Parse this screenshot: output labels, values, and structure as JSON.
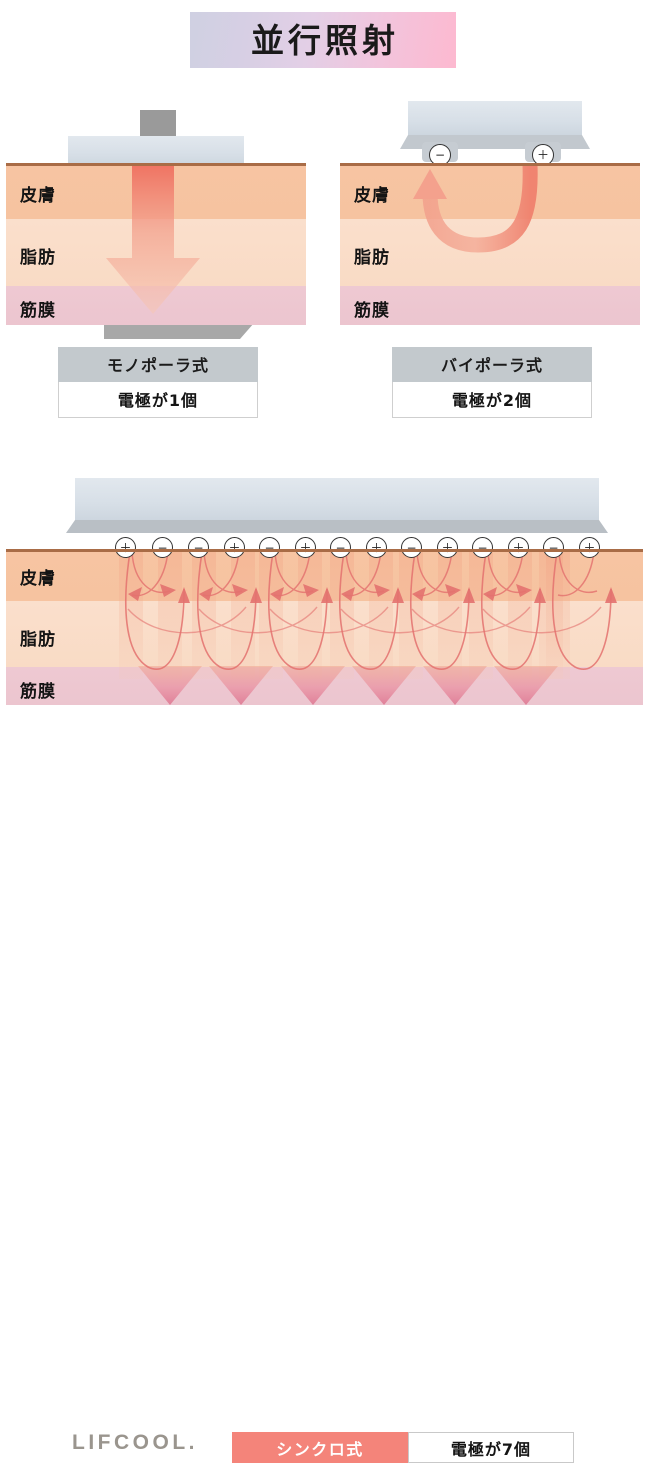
{
  "title": {
    "text": "並行照射"
  },
  "layers": {
    "skin": "皮膚",
    "fat": "脂肪",
    "fascia": "筋膜"
  },
  "panels": {
    "monopolar": {
      "caption_title": "モノポーラ式",
      "caption_body": "電極が1個",
      "electrode_count": 1,
      "electrodes": []
    },
    "bipolar": {
      "caption_title": "バイポーラ式",
      "caption_body": "電極が2個",
      "electrode_count": 2,
      "electrodes": [
        "−",
        "＋"
      ]
    },
    "synchro": {
      "caption_title": "シンクロ式",
      "caption_body": "電極が7個",
      "electrode_count": 7,
      "electrodes": [
        "＋",
        "−",
        "−",
        "＋",
        "−",
        "＋",
        "−",
        "＋",
        "−",
        "＋",
        "−",
        "＋",
        "−",
        "＋"
      ]
    }
  },
  "footer": {
    "logo": "LIFCOOL.",
    "sync_label": "シンクロ式",
    "sync_count": "電極が7個"
  },
  "colors": {
    "skin": "#f6c3a0",
    "fat": "#f9dbc5",
    "fascia": "#ecc5cf",
    "surface_line": "#a96c46",
    "device": "#d7dfe7",
    "accent": "#f4847a",
    "arrow": "#ef8d7e",
    "logo": "#9a958e"
  }
}
